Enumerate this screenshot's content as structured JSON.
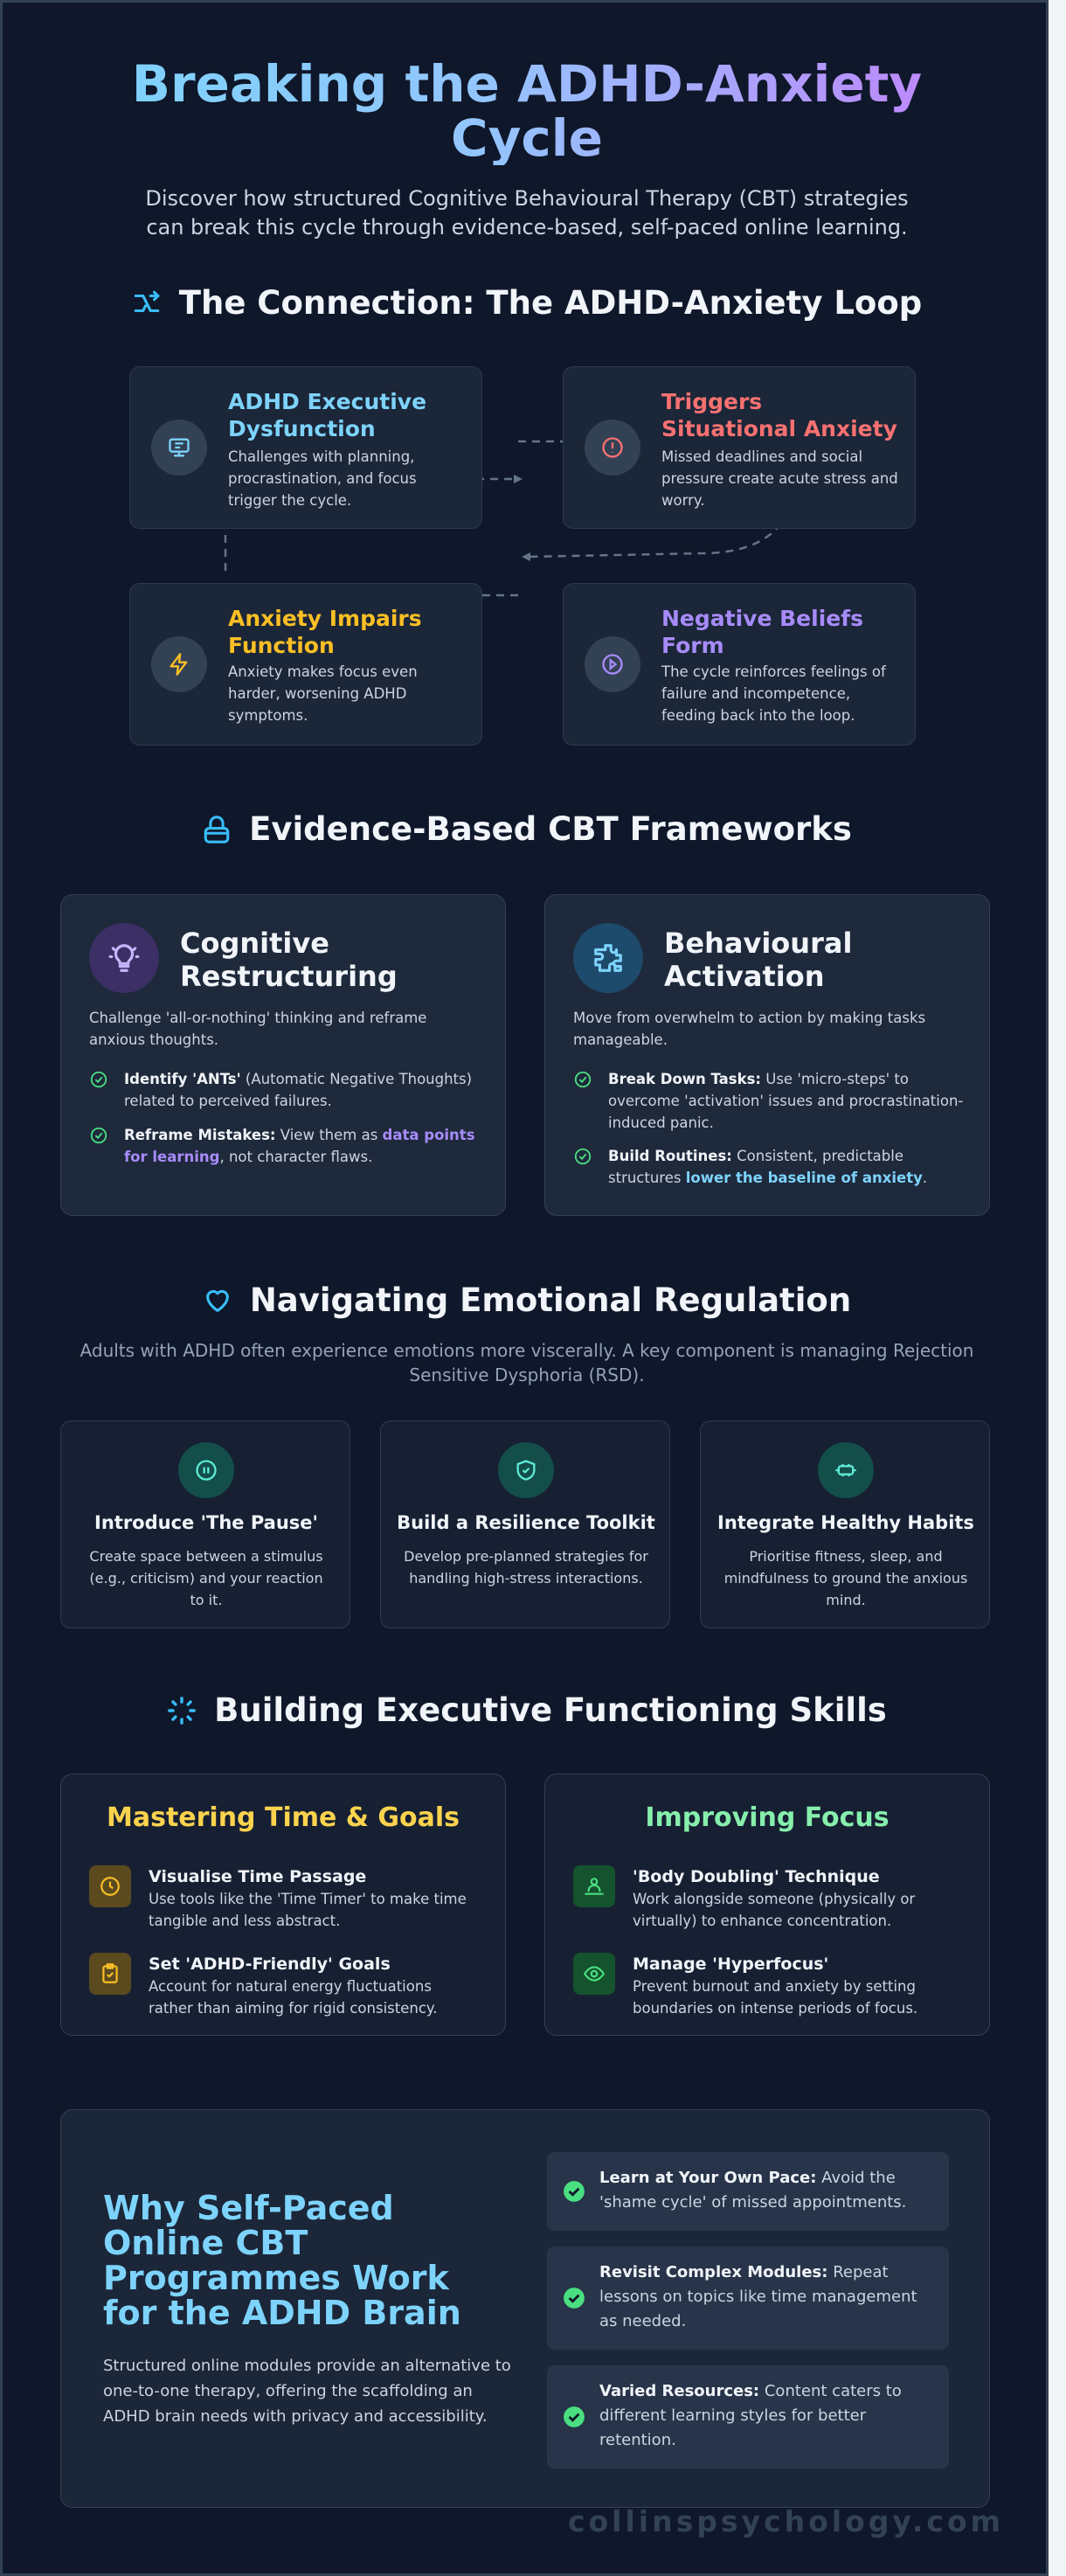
{
  "hero": {
    "title": "Breaking the ADHD-Anxiety Cycle",
    "subtitle": "Discover how structured Cognitive Behavioural Therapy (CBT) strategies can break this cycle through evidence-based, self-paced online learning."
  },
  "connection": {
    "heading": "The Connection: The ADHD-Anxiety Loop",
    "icon": "loop-icon",
    "cards": [
      {
        "title": "ADHD Executive Dysfunction",
        "desc": "Challenges with planning, procrastination, and focus trigger the cycle.",
        "color": "#7dd3fc",
        "icon": "monitor-icon"
      },
      {
        "title": "Triggers Situational Anxiety",
        "desc": "Missed deadlines and social pressure create acute stress and worry.",
        "color": "#f87171",
        "icon": "alert-circle-icon"
      },
      {
        "title": "Anxiety Impairs Function",
        "desc": "Anxiety makes focus even harder, worsening ADHD symptoms.",
        "color": "#fbbf24",
        "icon": "lightning-icon"
      },
      {
        "title": "Negative Beliefs Form",
        "desc": "The cycle reinforces feelings of failure and incompetence, feeding back into the loop.",
        "color": "#a78bfa",
        "icon": "play-circle-icon"
      }
    ]
  },
  "cbt": {
    "heading": "Evidence-Based CBT Frameworks",
    "icon": "lock-icon",
    "frameworks": [
      {
        "title": "Cognitive Restructuring",
        "intro": "Challenge 'all-or-nothing' thinking and reframe anxious thoughts.",
        "icon": "lightbulb-icon",
        "items": [
          {
            "bold": "Identify 'ANTs'",
            "text": " (Automatic Negative Thoughts) related to perceived failures.",
            "highlight": "",
            "after": ""
          },
          {
            "bold": "Reframe Mistakes:",
            "text": " View them as ",
            "highlight": "data points for learning",
            "after": ", not character flaws."
          }
        ]
      },
      {
        "title": "Behavioural Activation",
        "intro": "Move from overwhelm to action by making tasks manageable.",
        "icon": "puzzle-icon",
        "items": [
          {
            "bold": "Break Down Tasks:",
            "text": " Use 'micro-steps' to overcome 'activation' issues and procrastination-induced panic.",
            "highlight": "",
            "after": ""
          },
          {
            "bold": "Build Routines:",
            "text": " Consistent, predictable structures ",
            "highlight": "lower the baseline of anxiety",
            "after": "."
          }
        ]
      }
    ]
  },
  "emotion": {
    "heading": "Navigating Emotional Regulation",
    "icon": "heart-icon",
    "subtitle": "Adults with ADHD often experience emotions more viscerally. A key component is managing Rejection Sensitive Dysphoria (RSD).",
    "cards": [
      {
        "title": "Introduce 'The Pause'",
        "desc": "Create space between a stimulus (e.g., criticism) and your reaction to it.",
        "icon": "pause-icon"
      },
      {
        "title": "Build a Resilience Toolkit",
        "desc": "Develop pre-planned strategies for handling high-stress interactions.",
        "icon": "shield-check-icon"
      },
      {
        "title": "Integrate Healthy Habits",
        "desc": "Prioritise fitness, sleep, and mindfulness to ground the anxious mind.",
        "icon": "dumbbell-icon"
      }
    ]
  },
  "executive": {
    "heading": "Building Executive Functioning Skills",
    "icon": "spinner-icon",
    "columns": [
      {
        "title": "Mastering Time & Goals",
        "color": "#fcd34d",
        "items": [
          {
            "title": "Visualise Time Passage",
            "desc": "Use tools like the 'Time Timer' to make time tangible and less abstract.",
            "icon": "clock-icon"
          },
          {
            "title": "Set 'ADHD-Friendly' Goals",
            "desc": "Account for natural energy fluctuations rather than aiming for rigid consistency.",
            "icon": "clipboard-check-icon"
          }
        ]
      },
      {
        "title": "Improving Focus",
        "color": "#86efac",
        "items": [
          {
            "title": "'Body Doubling' Technique",
            "desc": "Work alongside someone (physically or virtually) to enhance concentration.",
            "icon": "person-desk-icon"
          },
          {
            "title": "Manage 'Hyperfocus'",
            "desc": "Prevent burnout and anxiety by setting boundaries on intense periods of focus.",
            "icon": "eye-icon"
          }
        ]
      }
    ]
  },
  "why": {
    "title": "Why Self-Paced Online CBT Programmes Work for the ADHD Brain",
    "desc": "Structured online modules provide an alternative to one-to-one therapy, offering the scaffolding an ADHD brain needs with privacy and accessibility.",
    "items": [
      {
        "bold": "Learn at Your Own Pace:",
        "text": " Avoid the 'shame cycle' of missed appointments."
      },
      {
        "bold": "Revisit Complex Modules:",
        "text": " Repeat lessons on topics like time management as needed."
      },
      {
        "bold": "Varied Resources:",
        "text": " Content caters to different learning styles for better retention."
      }
    ]
  },
  "footer": "collinspsychology.com"
}
